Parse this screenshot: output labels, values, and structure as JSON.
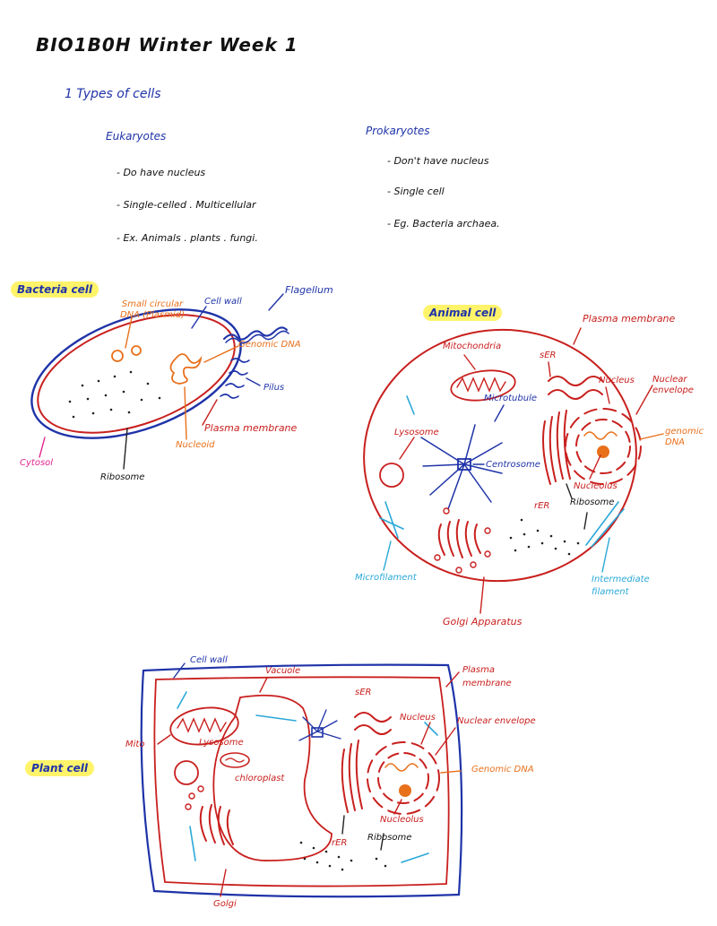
{
  "title": "BIO1B0H Winter Week 1",
  "section": "1 Types of cells",
  "eukaryotes": {
    "heading": "Eukaryotes",
    "bullets": [
      "- Do have nucleus",
      "- Single-celled . Multicellular",
      "- Ex. Animals . plants . fungi."
    ]
  },
  "prokaryotes": {
    "heading": "Prokaryotes",
    "bullets": [
      "- Don't have nucleus",
      "- Single cell",
      "- Eg. Bacteria archaea."
    ]
  },
  "bacteria": {
    "title": "Bacteria cell",
    "labels": {
      "plasmid": "Small circular DNA (Plasmid)",
      "cell_wall": "Cell wall",
      "flagellum": "Flagellum",
      "genomic_dna": "Genomic DNA",
      "pilus": "Pilus",
      "plasma_membrane": "Plasma membrane",
      "nucleoid": "Nucleoid",
      "cytosol": "Cytosol",
      "ribosome": "Ribosome"
    }
  },
  "animal": {
    "title": "Animal cell",
    "labels": {
      "plasma_membrane": "Plasma membrane",
      "mitochondria": "Mitochondria",
      "ser": "sER",
      "nucleus": "Nucleus",
      "nuclear_envelope": "Nuclear envelope",
      "microtubule": "Microtubule",
      "lysosome": "Lysosome",
      "centrosome": "Centrosome",
      "genomic_dna": "genomic DNA",
      "nucleolus": "Nucleolus",
      "rer": "rER",
      "ribosome": "Ribosome",
      "microfilament": "Microfilament",
      "intermediate_filament": "Intermediate filament",
      "golgi": "Golgi Apparatus"
    }
  },
  "plant": {
    "title": "Plant cell",
    "labels": {
      "cell_wall": "Cell wall",
      "vacuole": "Vacuole",
      "ser": "sER",
      "plasma_membrane": "Plasma membrane",
      "nucleus": "Nucleus",
      "nuclear_envelope": "Nuclear envelope",
      "mito": "Mito",
      "lysosome": "Lysosome",
      "chloroplast": "chloroplast",
      "genomic_dna": "Genomic DNA",
      "nucleolus": "Nucleolus",
      "rer": "rER",
      "ribosome": "Ribosome",
      "golgi": "Golgi"
    }
  }
}
